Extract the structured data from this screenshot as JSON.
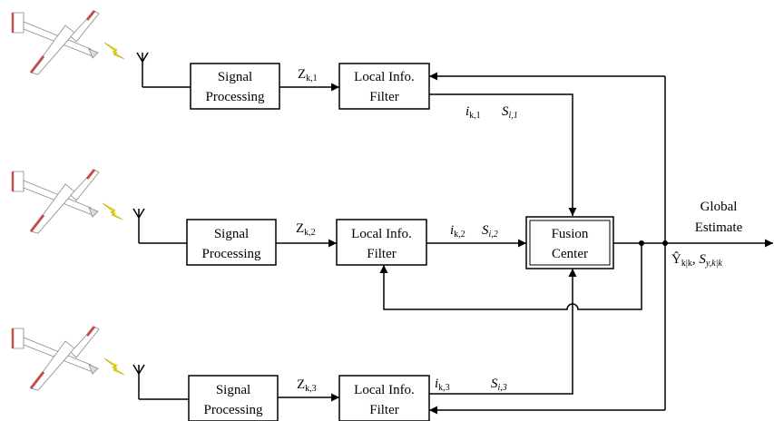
{
  "blocks": {
    "signal_processing": [
      "Signal",
      "Processing"
    ],
    "local_filter": [
      "Local Info.",
      "Filter"
    ],
    "fusion_center": [
      "Fusion",
      "Center"
    ]
  },
  "channels": [
    {
      "z_main": "Z",
      "z_sub": "k,1",
      "i_main": "i",
      "i_sub": "k,1",
      "s_main": "S",
      "s_sub": "i,1"
    },
    {
      "z_main": "Z",
      "z_sub": "k,2",
      "i_main": "i",
      "i_sub": "k,2",
      "s_main": "S",
      "s_sub": "i,2"
    },
    {
      "z_main": "Z",
      "z_sub": "k,3",
      "i_main": "i",
      "i_sub": "k,3",
      "s_main": "S",
      "s_sub": "i,3"
    }
  ],
  "output": {
    "line1": "Global",
    "line2": "Estimate",
    "y_main": "Ŷ",
    "y_sub": "k|k",
    "sep": ", ",
    "s_main": "S",
    "s_sub": "y,k|k"
  },
  "colors": {
    "line": "#000000",
    "aircraft_body": "#ffffff",
    "aircraft_accent": "#c0504d",
    "lightning": "#f2e600"
  }
}
